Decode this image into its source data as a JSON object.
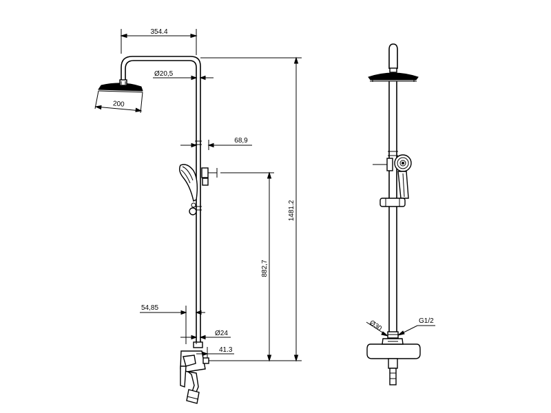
{
  "dimensions": {
    "arm_length": "354.4",
    "arm_diameter": "Ø20,5",
    "head_width": "200",
    "holder_offset": "68,9",
    "total_height": "1481.2",
    "holder_height": "882,7",
    "pipe_offset": "54,85",
    "pipe_diameter": "Ø24",
    "valve_offset": "41.3",
    "inlet_diameter": "Ø30",
    "thread": "G1/2"
  }
}
